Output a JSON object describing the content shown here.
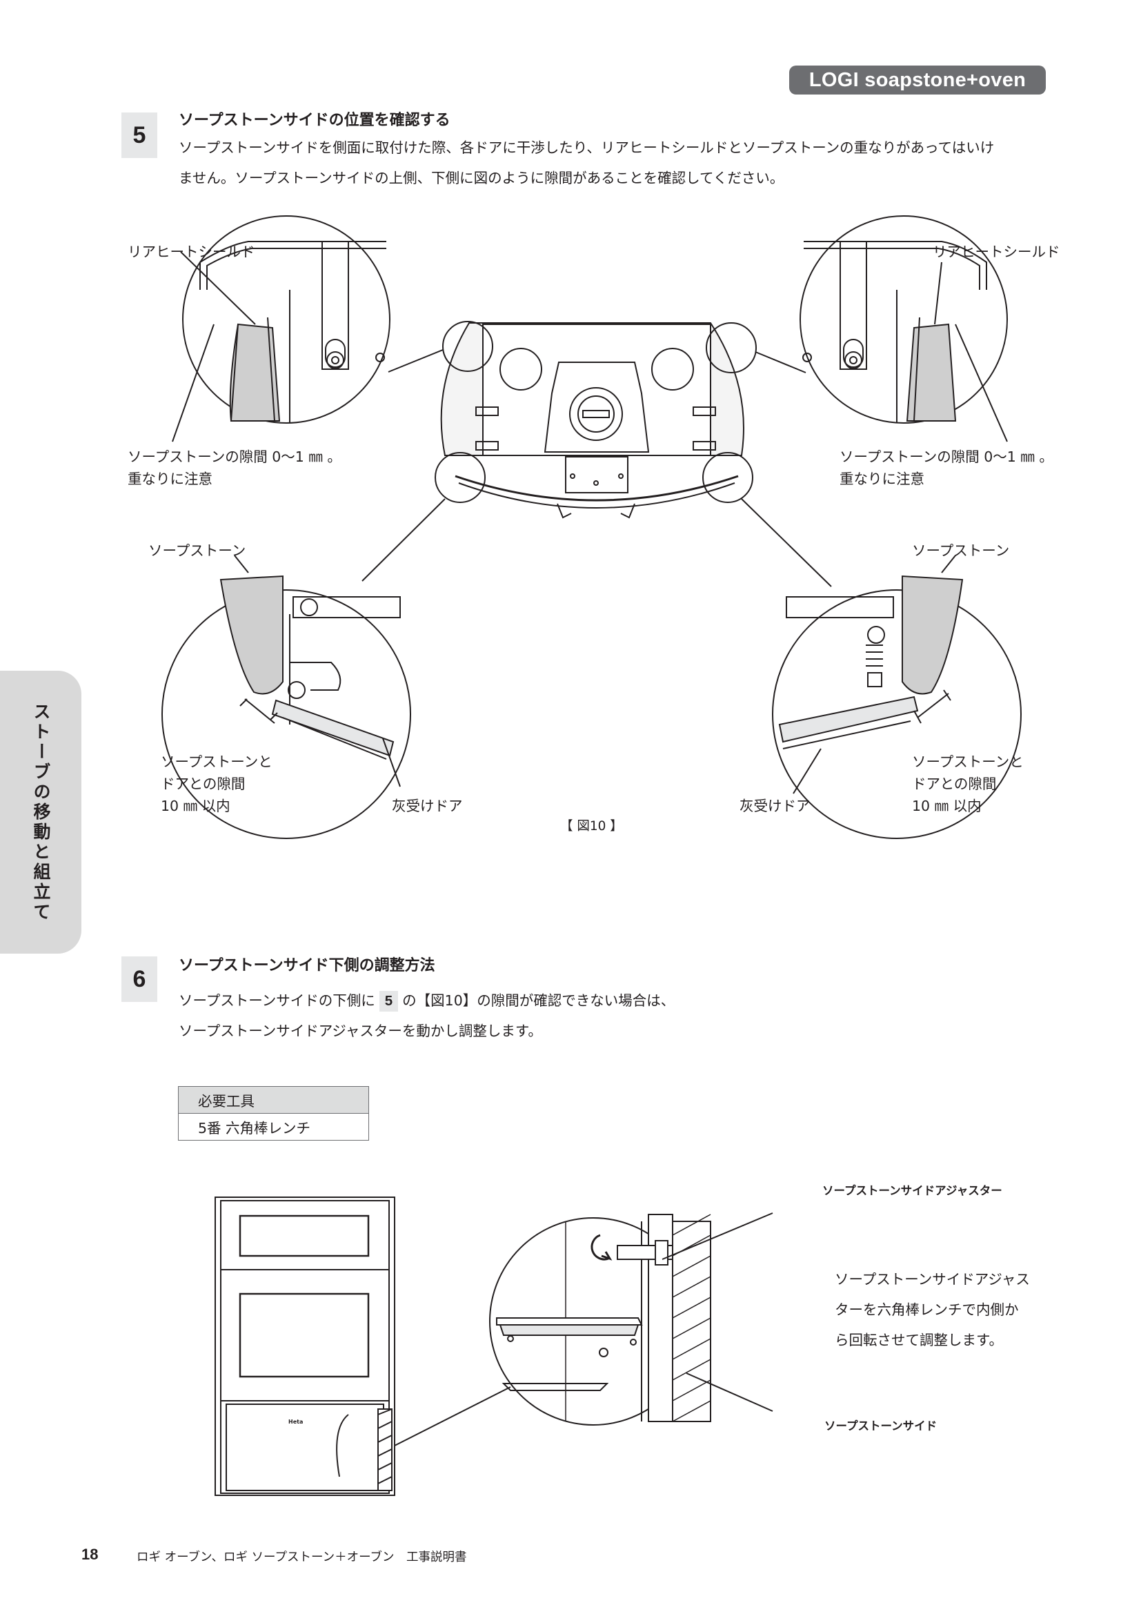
{
  "header": {
    "badge": "LOGI soapstone+oven"
  },
  "sidebar": {
    "tab_label": "ストーブの移動と組立て"
  },
  "step5": {
    "number": "5",
    "heading": "ソープストーンサイドの位置を確認する",
    "line1": "ソープストーンサイドを側面に取付けた際、各ドアに干渉したり、リアヒートシールドとソープストーンの重なりがあってはいけ",
    "line2": "ません。ソープストーンサイドの上側、下側に図のように隙間があることを確認してください。"
  },
  "figure10": {
    "caption": "【 図10 】",
    "top_left": {
      "shield": "リアヒートシールド",
      "gap_line1": "ソープストーンの隙間 0〜1 ㎜ 。",
      "gap_line2": "重なりに注意"
    },
    "top_right": {
      "shield": "リアヒートシールド",
      "gap_line1": "ソープストーンの隙間 0〜1 ㎜ 。",
      "gap_line2": "重なりに注意"
    },
    "bottom_left": {
      "stone": "ソープストーン",
      "door_line1": "ソープストーンと",
      "door_line2": "ドアとの隙間",
      "door_line3": "10 ㎜ 以内",
      "ash_door": "灰受けドア"
    },
    "bottom_right": {
      "stone": "ソープストーン",
      "door_line1": "ソープストーンと",
      "door_line2": "ドアとの隙間",
      "door_line3": "10 ㎜ 以内",
      "ash_door": "灰受けドア"
    }
  },
  "step6": {
    "number": "6",
    "heading": "ソープストーンサイド下側の調整方法",
    "line1_before": "ソープストーンサイドの下側に",
    "line1_ref": "5",
    "line1_after": "の【図10】の隙間が確認できない場合は、",
    "line2": "ソープストーンサイドアジャスターを動かし調整します。"
  },
  "tools_table": {
    "header": "必要工具",
    "item": "5番 六角棒レンチ"
  },
  "figure_adjust": {
    "adjuster_label": "ソープストーンサイドアジャスター",
    "desc_line1": "ソープストーンサイドアジャス",
    "desc_line2": "ターを六角棒レンチで内側か",
    "desc_line3": "ら回転させて調整します。",
    "side_label": "ソープストーンサイド",
    "stove_brand": "Heta"
  },
  "footer": {
    "page": "18",
    "title": "ロギ オーブン、ロギ ソープストーン＋オーブン　工事説明書"
  }
}
